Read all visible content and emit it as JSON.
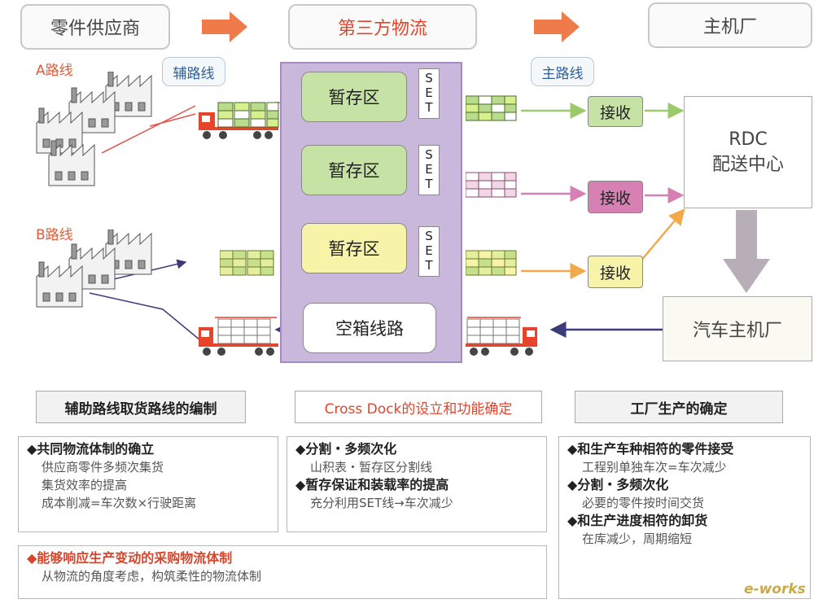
{
  "header": {
    "supplier": "零件供应商",
    "third_party": "第三方物流",
    "oem": "主机厂"
  },
  "routes": {
    "a_route": "A路线",
    "b_route": "B路线",
    "aux_route": "辅路线",
    "main_route": "主路线"
  },
  "cross_dock": {
    "zones": [
      "暂存区",
      "暂存区",
      "暂存区"
    ],
    "set_label": [
      "S",
      "E",
      "T"
    ],
    "empty_route": "空箱线路"
  },
  "receiving": [
    "接收",
    "接收",
    "接收"
  ],
  "rdc": {
    "line1": "RDC",
    "line2": "配送中心"
  },
  "auto_oem": "汽车主机厂",
  "sections": [
    {
      "title": "辅助路线取货路线的编制",
      "items": [
        {
          "head": "◆共同物流体制的确立",
          "lines": [
            "供应商零件多频次集货",
            "集货效率的提高",
            "成本削减=车次数×行驶距离"
          ]
        }
      ]
    },
    {
      "title": "Cross Dock的设立和功能确定",
      "items": [
        {
          "head": "◆分割・多频次化",
          "lines": [
            "山积表・暂存区分割线"
          ]
        },
        {
          "head": "◆暂存保证和装载率的提高",
          "lines": [
            "充分利用SET线→车次减少"
          ]
        }
      ]
    },
    {
      "title": "工厂生产的确定",
      "items": [
        {
          "head": "◆和生产车种相符的零件接受",
          "lines": [
            "工程别单独车次=车次减少"
          ]
        },
        {
          "head": "◆分割・多频次化",
          "lines": [
            "必要的零件按时间交货"
          ]
        },
        {
          "head": "◆和生产进度相符的卸货",
          "lines": [
            "在库减少，周期缩短"
          ]
        }
      ]
    }
  ],
  "bottom_note": {
    "head": "◆能够响应生产变动的采购物流体制",
    "line": "从物流的角度考虑，构筑柔性的物流体制"
  },
  "watermark": "e-works",
  "colors": {
    "orange_arrow": "#ef7a4a",
    "cross_dock_bg": "#c9b8dc",
    "green": "#c6e2a4",
    "pink": "#d680b4",
    "yellow": "#f7f3a9",
    "navy": "#3c3a78"
  }
}
